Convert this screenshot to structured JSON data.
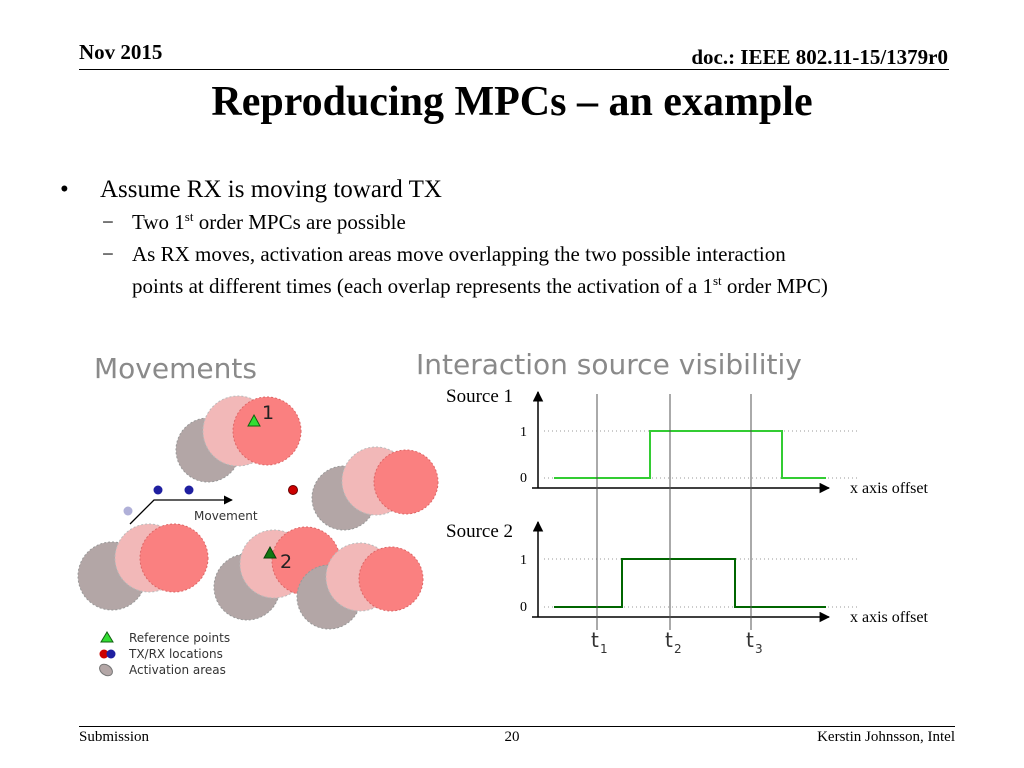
{
  "header": {
    "date": "Nov 2015",
    "doc": "doc.: IEEE 802.11-15/1379r0"
  },
  "title": "Reproducing MPCs – an example",
  "bullets": {
    "main": "Assume RX is moving toward TX",
    "sub1_pre": "Two 1",
    "sub1_sup": "st",
    "sub1_post": " order MPCs are possible",
    "sub2_line1": "As RX moves, activation areas move overlapping the two possible interaction",
    "sub2_line2_pre": "points at different times (each overlap represents the activation of a 1",
    "sub2_line2_sup": "st",
    "sub2_line2_post": " order MPC)"
  },
  "figure": {
    "movements_title": "Movements",
    "movement_label": "Movement",
    "ref_point_1": "1",
    "ref_point_2": "2",
    "legend": {
      "reference_points": "Reference points",
      "txrx_locations": "TX/RX locations",
      "activation_areas": "Activation areas"
    },
    "visibility_title": "Interaction source visibilitiy",
    "source1_label": "Source 1",
    "source2_label": "Source 2",
    "level_high": "1",
    "level_low": "0",
    "xaxis_label": "x axis offset",
    "t1": "t",
    "t1_sub": "1",
    "t2": "t",
    "t2_sub": "2",
    "t3": "t",
    "t3_sub": "3",
    "colors": {
      "activation_fill": "#fa8080",
      "activation_light": "#f2b8b8",
      "activation_grey": "#b3a6a6",
      "source1_line": "#33cc33",
      "source2_line": "#006600",
      "tx_dot": "#cc0000",
      "rx_dot": "#1f1fa0"
    }
  },
  "footer": {
    "left": "Submission",
    "page": "20",
    "right": "Kerstin Johnsson, Intel"
  }
}
